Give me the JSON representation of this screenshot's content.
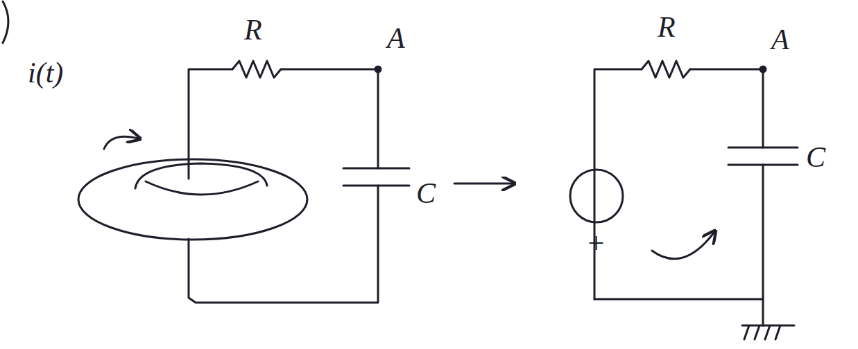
{
  "diagram": {
    "labels": [
      "R",
      "A",
      "i(t)",
      "C",
      "R",
      "A",
      "+",
      "C"
    ]
  }
}
